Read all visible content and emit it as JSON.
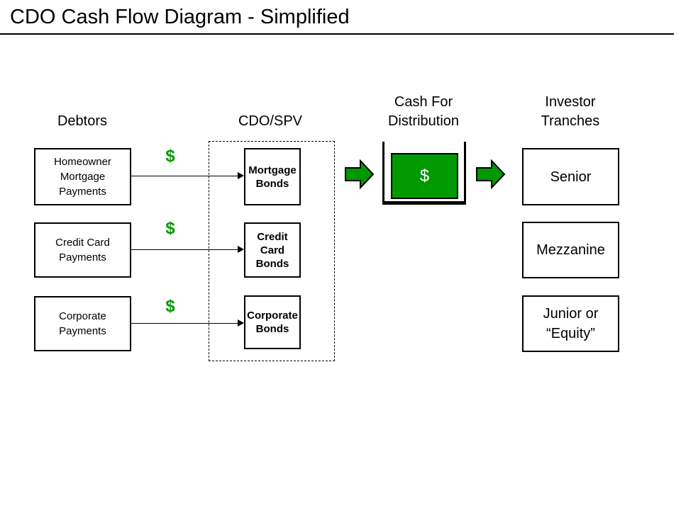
{
  "title": "CDO Cash Flow Diagram - Simplified",
  "headers": {
    "debtors": "Debtors",
    "cdo_spv": "CDO/SPV",
    "cash_line1": "Cash For",
    "cash_line2": "Distribution",
    "investor_line1": "Investor",
    "investor_line2": "Tranches"
  },
  "debtors": [
    {
      "label": "Homeowner\nMortgage\nPayments"
    },
    {
      "label": "Credit Card\nPayments"
    },
    {
      "label": "Corporate\nPayments"
    }
  ],
  "bonds": [
    {
      "label": "Mortgage\nBonds"
    },
    {
      "label": "Credit\nCard\nBonds"
    },
    {
      "label": "Corporate\nBonds"
    }
  ],
  "tranches": [
    {
      "label": "Senior"
    },
    {
      "label": "Mezzanine"
    },
    {
      "label": "Junior or\n“Equity”"
    }
  ],
  "cash_flows": {
    "dollar_symbol": "$"
  },
  "cash_box": {
    "symbol": "$"
  },
  "colors": {
    "accent_green": "#009900",
    "outline_black": "#000000"
  }
}
